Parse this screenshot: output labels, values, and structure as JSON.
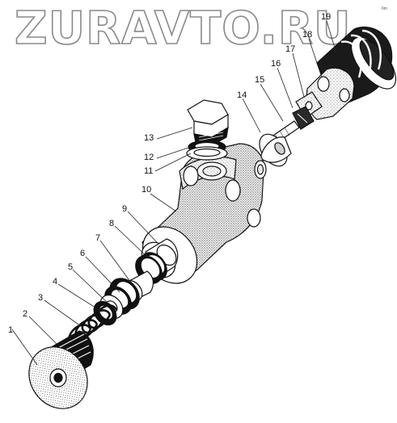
{
  "watermark": "ZURAVTO.RU",
  "corner_mark": "6m",
  "callouts": [
    {
      "id": "c1",
      "label": "1"
    },
    {
      "id": "c2",
      "label": "2"
    },
    {
      "id": "c3",
      "label": "3"
    },
    {
      "id": "c4",
      "label": "4"
    },
    {
      "id": "c5",
      "label": "5"
    },
    {
      "id": "c6",
      "label": "6"
    },
    {
      "id": "c7",
      "label": "7"
    },
    {
      "id": "c8",
      "label": "8"
    },
    {
      "id": "c9",
      "label": "9"
    },
    {
      "id": "c10",
      "label": "10"
    },
    {
      "id": "c11",
      "label": "11"
    },
    {
      "id": "c12",
      "label": "12"
    },
    {
      "id": "c13",
      "label": "13"
    },
    {
      "id": "c14",
      "label": "14"
    },
    {
      "id": "c15",
      "label": "15"
    },
    {
      "id": "c16",
      "label": "16"
    },
    {
      "id": "c17",
      "label": "17"
    },
    {
      "id": "c18",
      "label": "18"
    },
    {
      "id": "c19",
      "label": "19"
    }
  ]
}
